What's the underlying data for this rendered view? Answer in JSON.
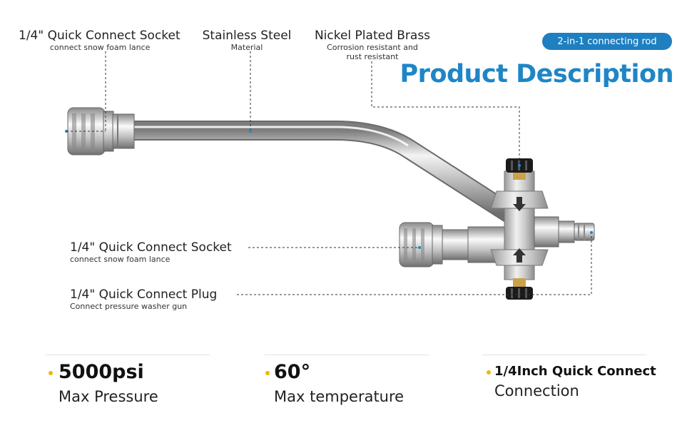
{
  "callouts": {
    "socket_top": {
      "title": "1/4\" Quick Connect Socket",
      "sub": "connect snow foam lance"
    },
    "steel": {
      "title": "Stainless Steel",
      "sub": "Material"
    },
    "brass": {
      "title": "Nickel Plated Brass",
      "sub_line1": "Corrosion resistant and",
      "sub_line2": "rust resistant"
    },
    "socket_mid": {
      "title": "1/4\" Quick Connect Socket",
      "sub": "connect snow foam lance"
    },
    "plug": {
      "title": "1/4\" Quick Connect Plug",
      "sub": "Connect pressure washer gun"
    }
  },
  "badge": "2-in-1 connecting rod",
  "heading": "Product Description",
  "specs": [
    {
      "value": "5000psi",
      "label": "Max Pressure"
    },
    {
      "value": "60°",
      "label": "Max temperature"
    },
    {
      "value": "1/4Inch Quick Connect",
      "label": "Connection"
    }
  ],
  "colors": {
    "accent_blue": "#1e86c6",
    "badge_blue": "#1e7fc1",
    "bullet_yellow": "#f2b705"
  },
  "icons": [
    "arrow-down-icon",
    "arrow-up-icon"
  ]
}
